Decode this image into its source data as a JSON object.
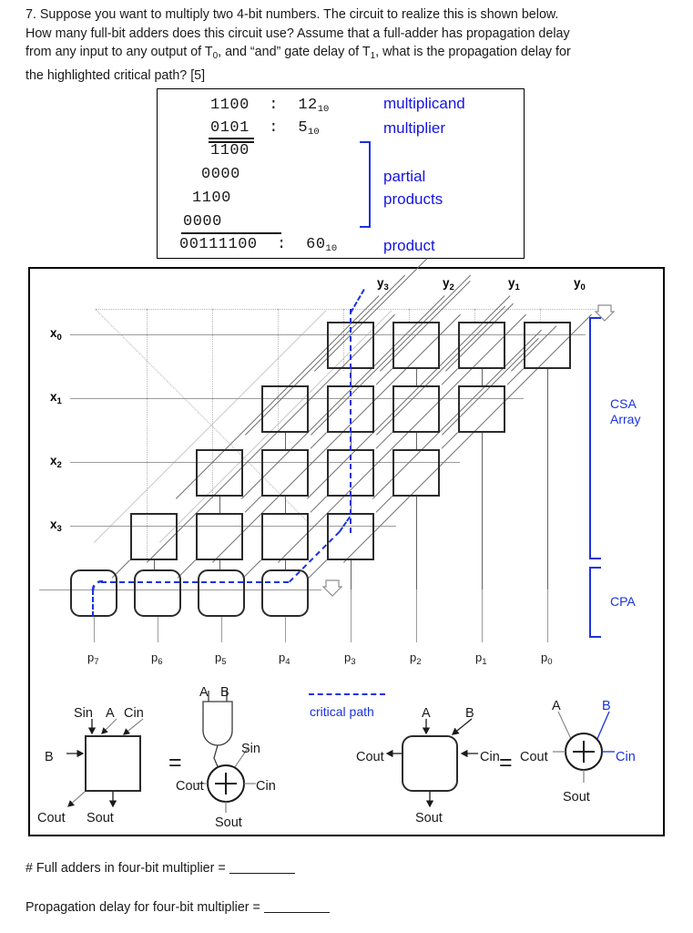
{
  "question": {
    "number": "7.",
    "line1": "7. Suppose you want to multiply two 4-bit numbers. The circuit to realize this is shown below.",
    "line2": "How many full-bit adders does this circuit use? Assume that a full-adder has propagation delay",
    "line3a": "from any input to any output of T",
    "line3b": "0",
    "line3c": ", and “and” gate delay of T",
    "line3d": "1",
    "line3e": ", what is the propagation delay for",
    "line4": "the highlighted critical path? [5]"
  },
  "example": {
    "multiplicand_bits": "1100",
    "multiplicand_colon": ":",
    "multiplicand_dec": "12",
    "multiplicand_base": "10",
    "multiplier_bits": "0101",
    "multiplier_colon": ":",
    "multiplier_dec": "5",
    "multiplier_base": "10",
    "pp": [
      "1100",
      "0000",
      "1100",
      "0000"
    ],
    "product_bits": "00111100",
    "product_colon": ":",
    "product_dec": "60",
    "product_base": "10",
    "labels": {
      "multiplicand": "multiplicand",
      "multiplier": "multiplier",
      "partial": "partial",
      "products": "products",
      "product": "product"
    }
  },
  "circuit": {
    "x_labels": [
      "x",
      "x",
      "x",
      "x"
    ],
    "x_subs": [
      "0",
      "1",
      "2",
      "3"
    ],
    "y_labels": [
      "y",
      "y",
      "y",
      "y"
    ],
    "y_subs": [
      "3",
      "2",
      "1",
      "0"
    ],
    "p_labels": [
      "p",
      "p",
      "p",
      "p",
      "p",
      "p",
      "p",
      "p"
    ],
    "p_subs": [
      "7",
      "6",
      "5",
      "4",
      "3",
      "2",
      "1",
      "0"
    ],
    "csa_label_line1": "CSA",
    "csa_label_line2": "Array",
    "cpa_label": "CPA",
    "critical_path_label": "critical path",
    "accent_color": "#1b32e0"
  },
  "legend": {
    "sq_adder": {
      "sin": "Sin",
      "a": "A",
      "cin": "Cin",
      "b": "B",
      "cout": "Cout",
      "sout": "Sout"
    },
    "equals": "=",
    "gate_adder": {
      "a": "A",
      "b": "B",
      "sin": "Sin",
      "cout": "Cout",
      "cin": "Cin",
      "sout": "Sout"
    },
    "round_adder": {
      "a": "A",
      "b": "B",
      "cout": "Cout",
      "cin": "Cin",
      "sout": "Sout"
    },
    "equals2": "=",
    "xor_adder": {
      "a": "A",
      "b": "B",
      "cout": "Cout",
      "cin": "Cin",
      "sout": "Sout"
    }
  },
  "answers": {
    "line1_prefix": "# Full adders in four-bit multiplier =",
    "line2_prefix": "Propagation delay for four-bit multiplier ="
  }
}
